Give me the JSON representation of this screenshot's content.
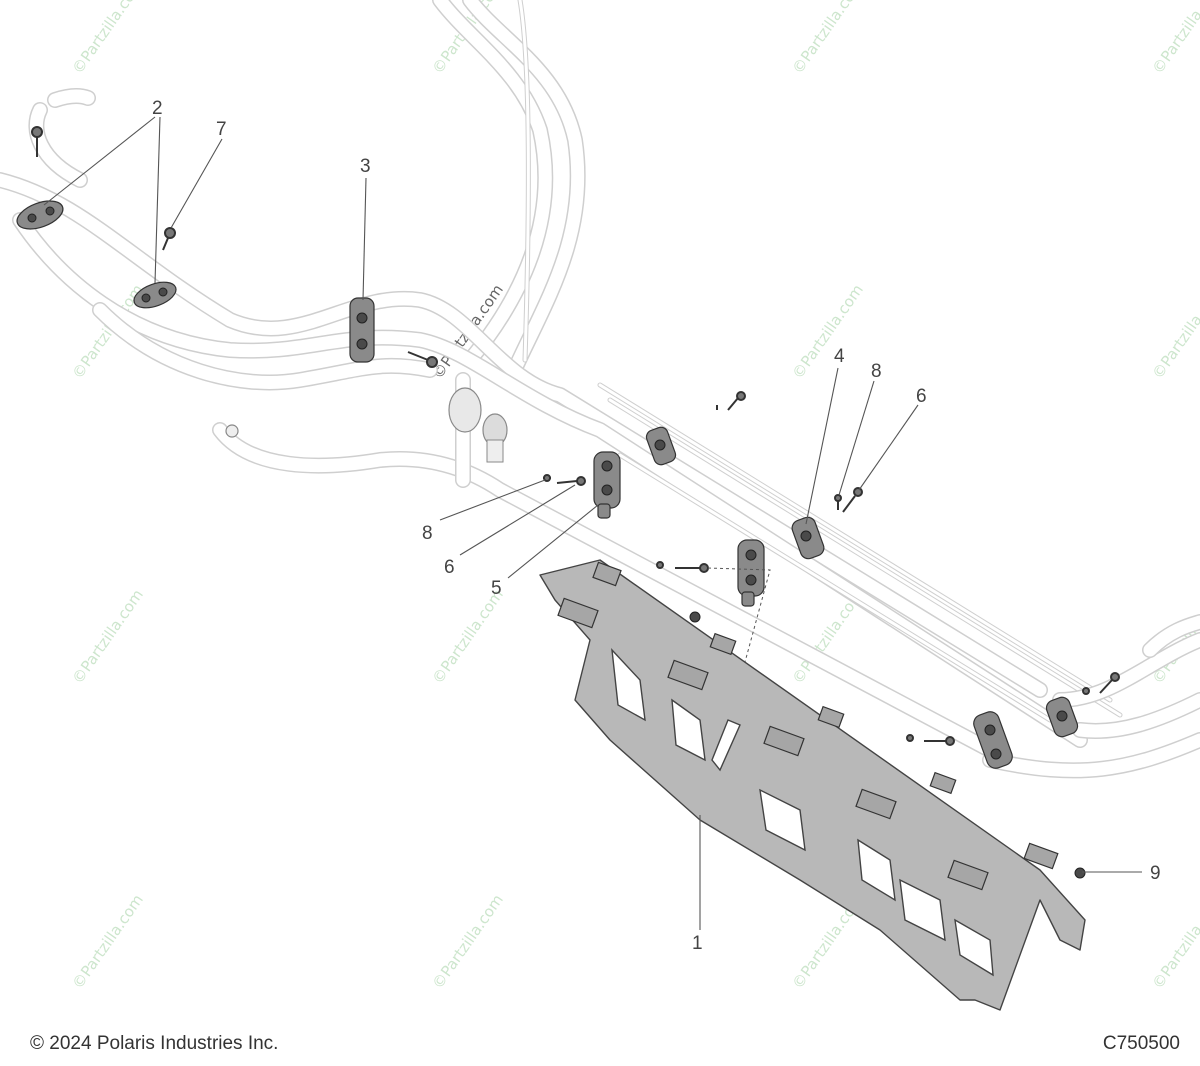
{
  "diagram": {
    "callouts": [
      "2",
      "7",
      "3",
      "4",
      "8",
      "6",
      "8",
      "6",
      "5",
      "9",
      "1"
    ],
    "watermark": "©Partzilla.com"
  },
  "footer": {
    "copyright": "© 2024 Polaris Industries Inc.",
    "figure_id": "C750500"
  }
}
